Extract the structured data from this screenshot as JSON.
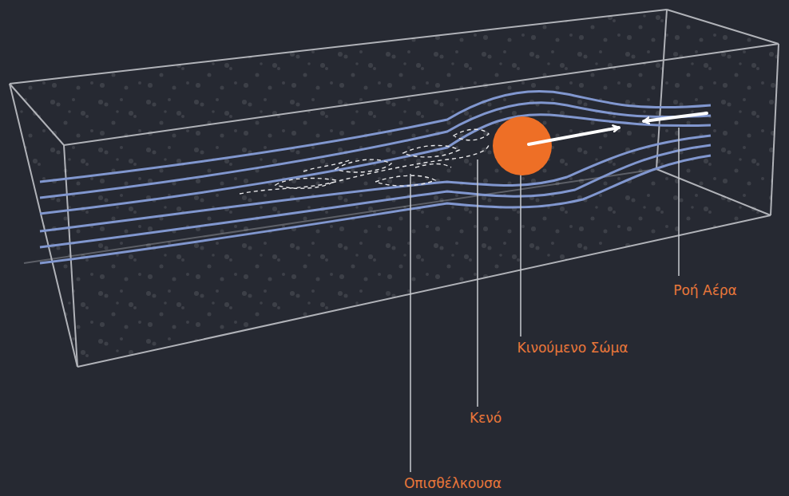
{
  "diagram": {
    "labels": [
      "Ροή Αέρα",
      "Κινούμενο Σώμα",
      "Κενό",
      "Οπισθέλκουσα"
    ]
  }
}
